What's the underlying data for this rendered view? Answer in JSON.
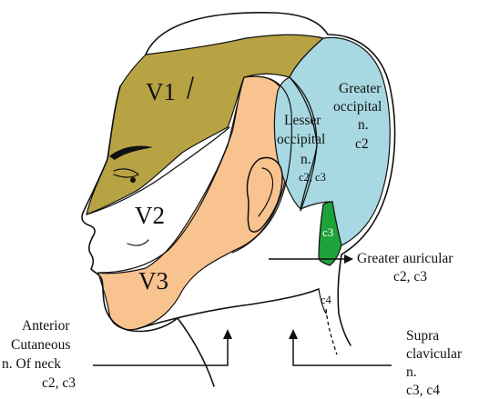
{
  "diagram": {
    "regions": {
      "v1": {
        "label": "V1",
        "color": "#b7a244"
      },
      "v2": {
        "label": "V2",
        "color": "#ffffff"
      },
      "v3": {
        "label": "V3",
        "color": "#f9c38f"
      },
      "greater_occipital": {
        "lines": [
          "Greater",
          "occipital",
          "n.",
          "c2"
        ],
        "color": "#a8d8e1"
      },
      "lesser_occipital": {
        "lines": [
          "Lesser",
          "occipital",
          "n.",
          "c2, c3"
        ],
        "color": "#a8d8e1"
      },
      "c3_patch": {
        "label": "c3",
        "color": "#1ea33a"
      },
      "c4_label": "c4"
    },
    "callouts": {
      "greater_auricular": [
        "Greater auricular",
        "c2, c3"
      ],
      "anterior_cutaneous": [
        "Anterior",
        "Cutaneous",
        "n. Of neck",
        "c2, c3"
      ],
      "supraclavicular": [
        "Supra",
        "clavicular",
        "n.",
        "c3, c4"
      ]
    }
  }
}
